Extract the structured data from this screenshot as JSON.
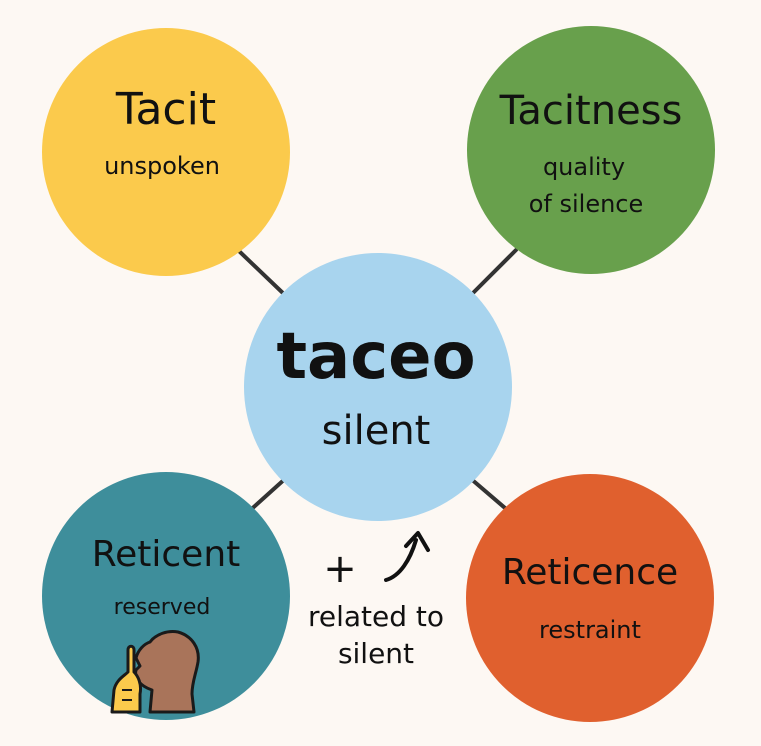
{
  "colors": {
    "background": "#fdf8f3",
    "center": "#a8d4ee",
    "tacit": "#fbca4c",
    "tacitness": "#68a04c",
    "reticent": "#3e8e9b",
    "reticence": "#e0602e",
    "connector": "#333333"
  },
  "center": {
    "word": "taceo",
    "meaning": "silent"
  },
  "nodes": {
    "tacit": {
      "word": "Tacit",
      "meaning": "unspoken"
    },
    "tacitness": {
      "word": "Tacitness",
      "meaning_line1": "quality",
      "meaning_line2": "of silence"
    },
    "reticent": {
      "word": "Reticent",
      "meaning": "reserved",
      "icon": "shush-person-icon"
    },
    "reticence": {
      "word": "Reticence",
      "meaning": "restraint"
    }
  },
  "legend": {
    "plus_symbol": "+",
    "arrow_icon": "curved-arrow-up-icon",
    "label_line1": "related to",
    "label_line2": "silent"
  }
}
